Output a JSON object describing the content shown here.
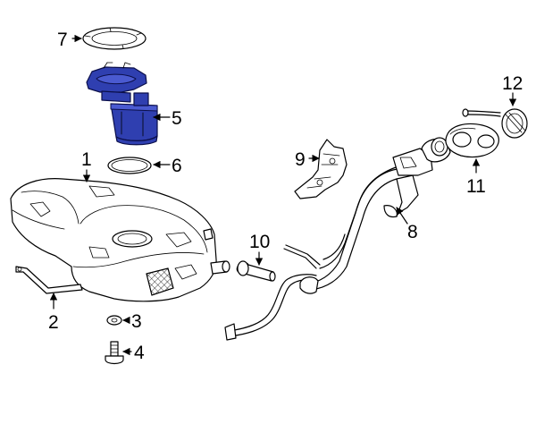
{
  "colors": {
    "highlight": "#2f3fb0",
    "highlight_dark": "#0b0f4a",
    "line": "#000000",
    "background": "#ffffff"
  },
  "callouts": {
    "c1": "1",
    "c2": "2",
    "c3": "3",
    "c4": "4",
    "c5": "5",
    "c6": "6",
    "c7": "7",
    "c8": "8",
    "c9": "9",
    "c10": "10",
    "c11": "11",
    "c12": "12"
  }
}
